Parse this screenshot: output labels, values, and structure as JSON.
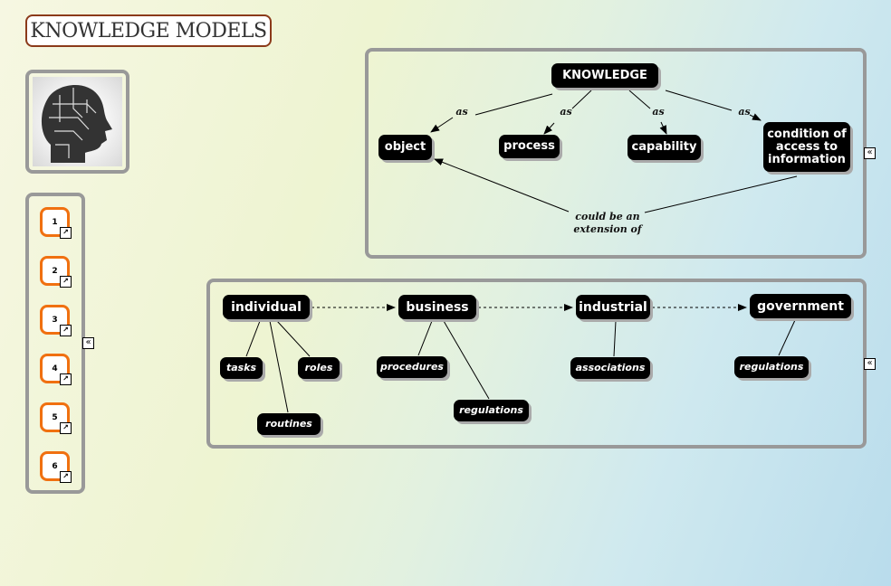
{
  "title": "KNOWLEDGE MODELS",
  "nav": {
    "items": [
      "1",
      "2",
      "3",
      "4",
      "5",
      "6"
    ],
    "link_icon": "↗",
    "collapse_icon": "«"
  },
  "top_map": {
    "root": "KNOWLEDGE",
    "nodes": [
      "object",
      "process",
      "capability",
      "condition of access to information"
    ],
    "link_label": "as",
    "extension_label_1": "could be an",
    "extension_label_2": "extension of"
  },
  "bottom_map": {
    "levels": [
      "individual",
      "business",
      "industrial",
      "government"
    ],
    "individual_children": [
      "tasks",
      "roles",
      "routines"
    ],
    "business_children": [
      "procedures",
      "regulations"
    ],
    "industrial_children": [
      "associations"
    ],
    "government_children": [
      "regulations"
    ]
  },
  "colors": {
    "accent": "#f07010",
    "node": "#000000",
    "title_border": "#8b3a1a"
  }
}
